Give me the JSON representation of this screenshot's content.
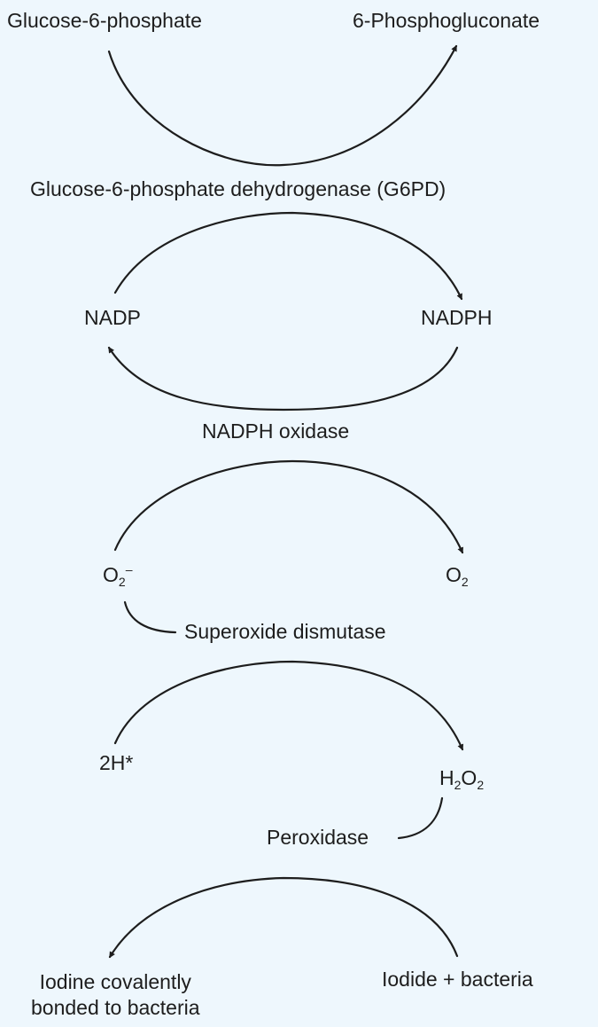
{
  "diagram": {
    "glucose_6_phosphate": "Glucose-6-phosphate",
    "phosphogluconate": "6-Phosphogluconate",
    "g6pd": "Glucose-6-phosphate dehydrogenase (G6PD)",
    "nadp": "NADP",
    "nadph": "NADPH",
    "nadph_oxidase": "NADPH oxidase",
    "superoxide": {
      "base": "O",
      "sub": "2",
      "sup": "–"
    },
    "oxygen": {
      "base": "O",
      "sub": "2"
    },
    "superoxide_dismutase": "Superoxide dismutase",
    "two_h_plus": "2H*",
    "hydrogen_peroxide": {
      "h": "H",
      "h_sub": "2",
      "o": "O",
      "o_sub": "2"
    },
    "peroxidase": "Peroxidase",
    "iodine_bonded": [
      "Iodine covalently",
      "bonded to bacteria"
    ],
    "iodide_bacteria": "Iodide + bacteria"
  }
}
